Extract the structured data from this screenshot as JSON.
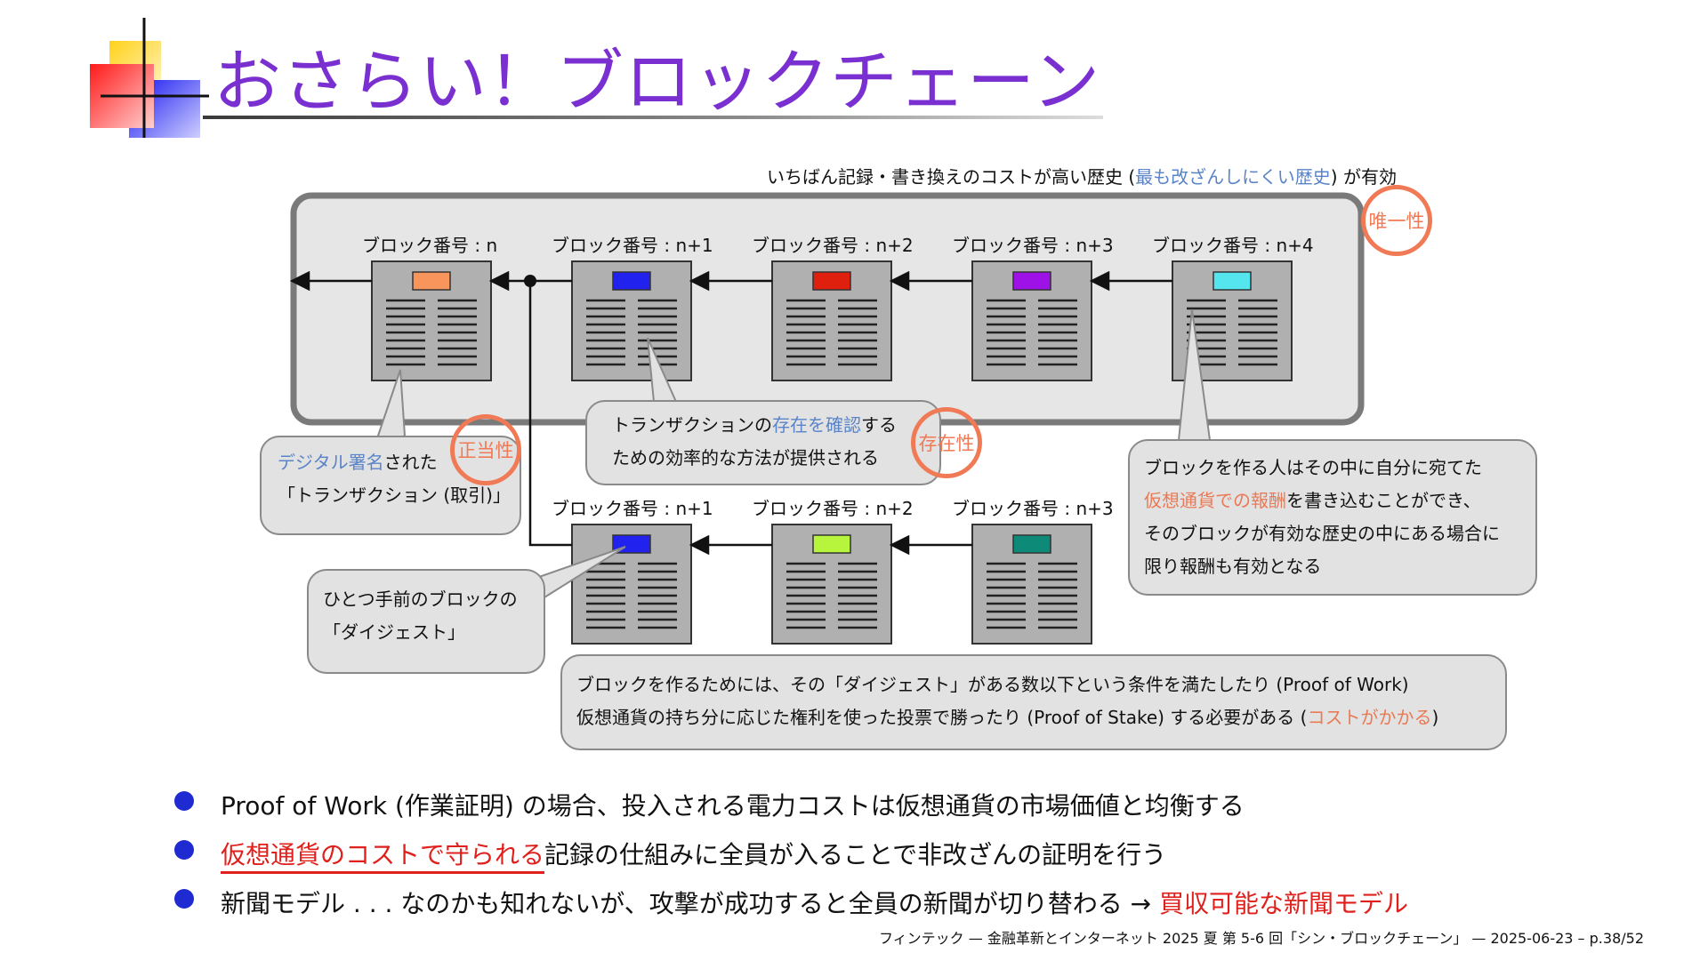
{
  "title": "おさらい！ブロックチェーン",
  "history_caption": {
    "pre": "いちばん記録・書き換えのコストが高い歴史 (",
    "highlight": "最も改ざんしにくい歴史",
    "post": ") が有効"
  },
  "chain_blocks": [
    {
      "label": "ブロック番号 : n",
      "color": "#f7955d"
    },
    {
      "label": "ブロック番号 : n+1",
      "color": "#2222ee"
    },
    {
      "label": "ブロック番号 : n+2",
      "color": "#e0200e"
    },
    {
      "label": "ブロック番号 : n+3",
      "color": "#9e12e8"
    },
    {
      "label": "ブロック番号 : n+4",
      "color": "#55e5ef"
    }
  ],
  "fork_blocks": [
    {
      "label": "ブロック番号 : n+1",
      "color": "#2222ee"
    },
    {
      "label": "ブロック番号 : n+2",
      "color": "#b6f53c"
    },
    {
      "label": "ブロック番号 : n+3",
      "color": "#0e8a78"
    }
  ],
  "badges": {
    "uniqueness": "唯一性",
    "legitimacy": "正当性",
    "existence": "存在性"
  },
  "callouts": {
    "signature": {
      "highlight": "デジタル署名",
      "rest": "された",
      "line2": "「トランザクション (取引)」"
    },
    "existence": {
      "pre": "トランザクションの",
      "highlight": "存在を確認",
      "post": "する",
      "line2": "ための効率的な方法が提供される"
    },
    "reward": {
      "line1": "ブロックを作る人はその中に自分に宛てた",
      "highlight": "仮想通貨での報酬",
      "line2_rest": "を書き込むことができ、",
      "line3": "そのブロックが有効な歴史の中にある場合に",
      "line4": "限り報酬も有効となる"
    },
    "digest": {
      "line1": "ひとつ手前のブロックの",
      "line2": "「ダイジェスト」"
    },
    "cost": {
      "line1": "ブロックを作るためには、その「ダイジェスト」がある数以下という条件を満たしたり (Proof of Work)",
      "line2_pre": "仮想通貨の持ち分に応じた権利を使った投票で勝ったり (Proof of Stake) する必要がある (",
      "highlight": "コストがかかる",
      "line2_post": ")"
    }
  },
  "bullets": {
    "b1": "Proof of Work (作業証明) の場合、投入される電力コストは仮想通貨の市場価値と均衡する",
    "b2_highlight": "仮想通貨のコストで守られる",
    "b2_rest": "記録の仕組みに全員が入ることで非改ざんの証明を行う",
    "b3_pre": "新聞モデル . . . なのかも知れないが、攻撃が成功すると全員の新聞が切り替わる → ",
    "b3_highlight": "買収可能な新聞モデル"
  },
  "footer": "フィンテック — 金融革新とインターネット 2025 夏 第 5-6 回「シン・ブロックチェーン」 — 2025-06-23 – p.38/52",
  "colors": {
    "title": "#7a2fd0",
    "accent_blue": "#5a84c8",
    "accent_orange": "#ea7a56",
    "accent_red": "#e0201c",
    "bullet": "#1f2bd0"
  }
}
